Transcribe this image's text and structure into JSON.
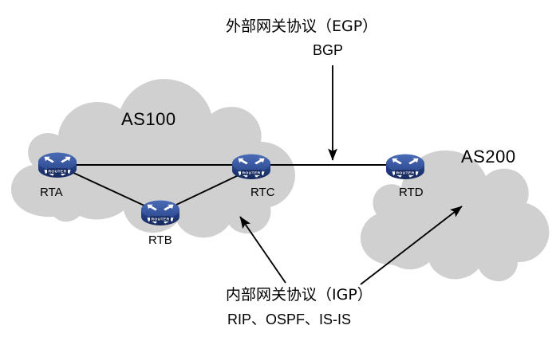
{
  "diagram": {
    "title": "EGP and IGP routing protocol diagram",
    "colors": {
      "cloud_fill": "#d0d0d0",
      "router_top": "#3f5fa8",
      "router_body": "#1e3572",
      "line": "#000000",
      "text": "#000000"
    },
    "clouds": [
      {
        "id": "as100",
        "label": "AS100"
      },
      {
        "id": "as200",
        "label": "AS200"
      }
    ],
    "routers": [
      {
        "id": "rta",
        "label": "RTA",
        "icon": "router-icon",
        "badge": "ROUTER"
      },
      {
        "id": "rtb",
        "label": "RTB",
        "icon": "router-icon",
        "badge": "ROUTER"
      },
      {
        "id": "rtc",
        "label": "RTC",
        "icon": "router-icon",
        "badge": "ROUTER"
      },
      {
        "id": "rtd",
        "label": "RTD",
        "icon": "router-icon",
        "badge": "ROUTER"
      }
    ],
    "links": [
      {
        "from": "rta",
        "to": "rtc"
      },
      {
        "from": "rta",
        "to": "rtb"
      },
      {
        "from": "rtb",
        "to": "rtc"
      },
      {
        "from": "rtc",
        "to": "rtd"
      }
    ],
    "annotations": {
      "egp": {
        "title": "外部网关协议（EGP）",
        "protocols": "BGP",
        "points_to": "rtc-rtd-link"
      },
      "igp": {
        "title": "内部网关协议（IGP）",
        "protocols": "RIP、OSPF、IS-IS",
        "points_to": "as100-and-as200-clouds"
      }
    }
  }
}
